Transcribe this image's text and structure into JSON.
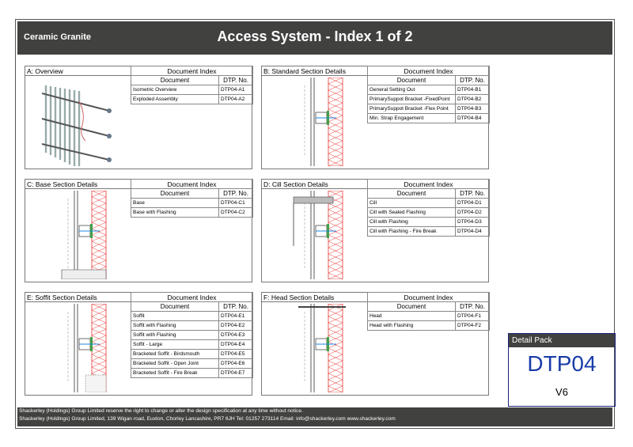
{
  "header": {
    "brand": "Ceramic Granite",
    "title": "Access System - Index 1 of 2"
  },
  "index_labels": {
    "heading": "Document Index",
    "col_document": "Document",
    "col_code": "DTP. No."
  },
  "sections": [
    {
      "title": "A: Overview",
      "drawing_icon": "exploded-assembly-drawing",
      "rows": [
        {
          "doc": "Isometric Overview",
          "code": "DTP04-A1"
        },
        {
          "doc": "Exploded Assembly",
          "code": "DTP04-A2"
        }
      ]
    },
    {
      "title": "B: Standard Section Details",
      "drawing_icon": "section-drawing",
      "rows": [
        {
          "doc": "General Setting Out",
          "code": "DTP04-B1"
        },
        {
          "doc": "PrimarySuppot Bracket -FixedPoint",
          "code": "DTP04-B2"
        },
        {
          "doc": "PrimarySuppot Bracket -Flex Point",
          "code": "DTP04-B3"
        },
        {
          "doc": "Min. Strap Engagement",
          "code": "DTP04-B4"
        }
      ]
    },
    {
      "title": "C: Base Section Details",
      "drawing_icon": "section-drawing",
      "rows": [
        {
          "doc": "Base",
          "code": "DTP04-C1"
        },
        {
          "doc": "Base with Flashing",
          "code": "DTP04-C2"
        }
      ]
    },
    {
      "title": "D: Cill Section Details",
      "drawing_icon": "section-drawing",
      "rows": [
        {
          "doc": "Cill",
          "code": "DTP04-D1"
        },
        {
          "doc": "Cill with Sealed Flashing",
          "code": "DTP04-D2"
        },
        {
          "doc": "Cill with Flashing",
          "code": "DTP04-D3"
        },
        {
          "doc": "Cill with Flashing - Fire Break",
          "code": "DTP04-D4"
        }
      ]
    },
    {
      "title": "E: Soffit Section Details",
      "drawing_icon": "section-drawing",
      "rows": [
        {
          "doc": "Soffit",
          "code": "DTP04-E1"
        },
        {
          "doc": "Soffit with Flashing",
          "code": "DTP04-E2"
        },
        {
          "doc": "Soffit with Flashing",
          "code": "DTP04-E3"
        },
        {
          "doc": "Soffit - Large",
          "code": "DTP04-E4"
        },
        {
          "doc": "Bracketed Soffit - Birdsmouth",
          "code": "DTP04-E5"
        },
        {
          "doc": "Bracketed Soffit - Open Joint",
          "code": "DTP04-E6"
        },
        {
          "doc": "Bracketed Soffit - Fire Break",
          "code": "DTP04-E7"
        }
      ]
    },
    {
      "title": "F: Head Section Details",
      "drawing_icon": "section-drawing",
      "rows": [
        {
          "doc": "Head",
          "code": "DTP04-F1"
        },
        {
          "doc": "Head with Flashing",
          "code": "DTP04-F2"
        }
      ]
    }
  ],
  "pack": {
    "label": "Detail Pack",
    "code": "DTP04",
    "version": "V6"
  },
  "footer": {
    "line1": "Shackerley (Holdings) Group Limited reserve the right to change or alter the design specification at any time without notice.",
    "line2": "Shackerley (Holdings) Group Limited, 139 Wigan road, Euxton, Chorley Lancashire, PR7 6JH Tel: 01257 273114 Email: info@shackerley.com  www.shackerley.com"
  },
  "colors": {
    "header_bg": "#414240",
    "pack_code": "#1a3ca8",
    "insulation": "#e53935",
    "bracket": "#43a047",
    "fixing": "#1e88e5"
  }
}
